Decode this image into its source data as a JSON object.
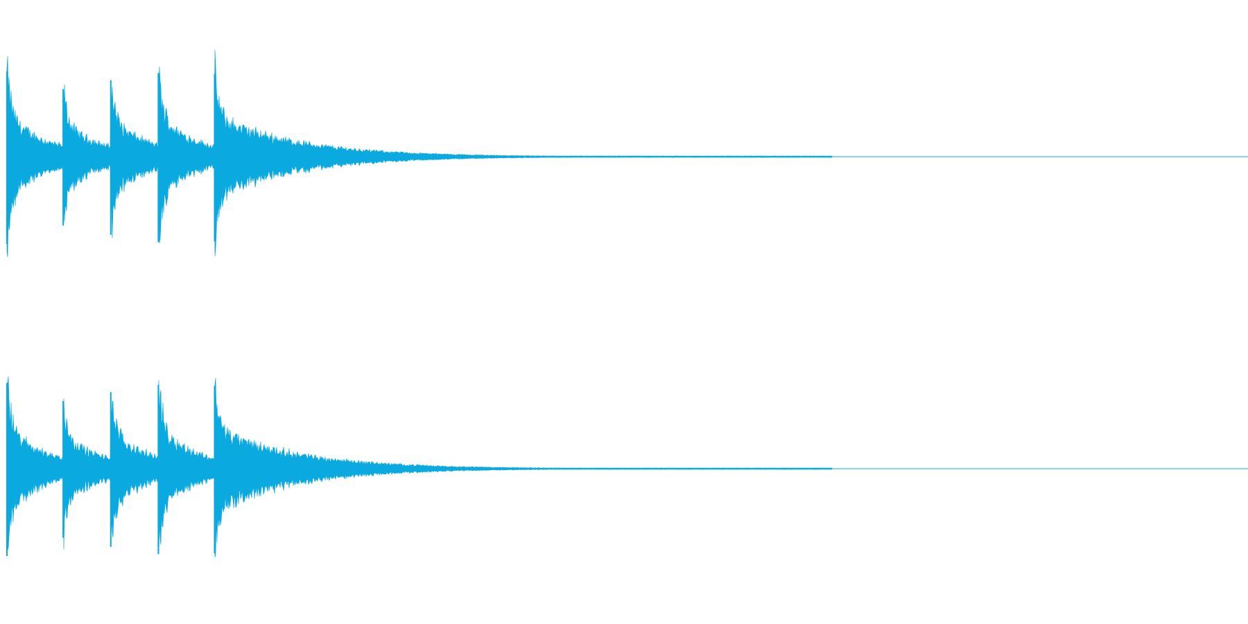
{
  "waveform": {
    "color": "#0aa9e0",
    "background": "#ffffff",
    "channel_count": 2,
    "channels": [
      {
        "name": ""
      },
      {
        "name": ""
      }
    ],
    "onset_count": 5,
    "onset_times": [
      0.0,
      0.052,
      0.096,
      0.14,
      0.192
    ],
    "onset_peaks": [
      0.95,
      0.75,
      0.85,
      0.93,
      0.92
    ],
    "trailing_silence": true
  }
}
